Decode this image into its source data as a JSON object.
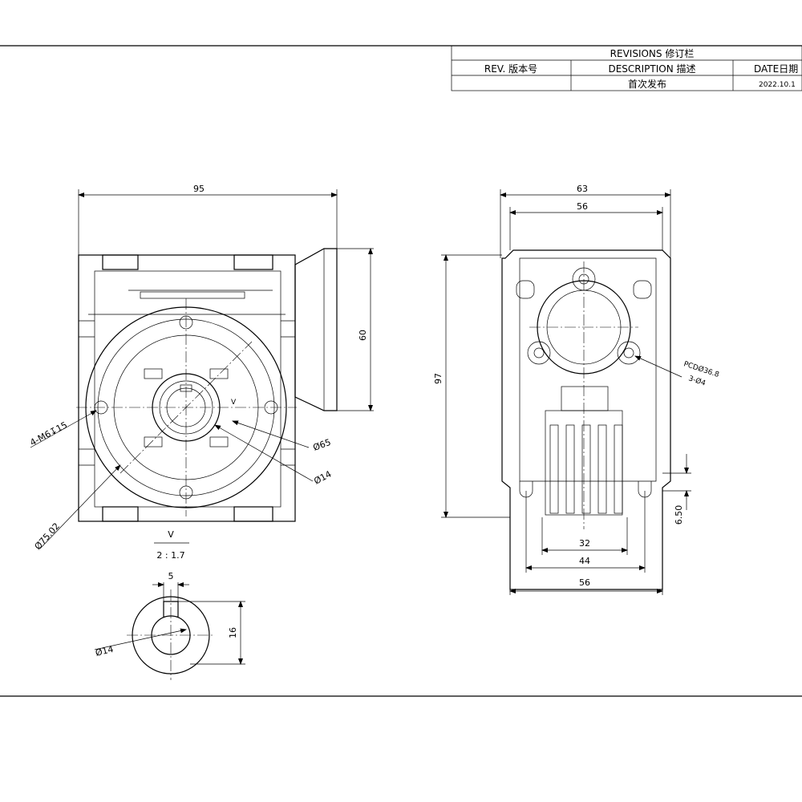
{
  "revision_table": {
    "header": "REVISIONS 修订栏",
    "col_rev": "REV. 版本号",
    "col_desc": "DESCRIPTION 描述",
    "col_date": "DATE日期",
    "row_desc": "首次发布",
    "row_date": "2022.10.1"
  },
  "front_view": {
    "width": "95",
    "height": "60",
    "bolt_holes": "4-M6↧15",
    "bore_dia": "Ø65",
    "shaft_dia": "Ø14",
    "flange_dia": "Ø75.02",
    "view_mark": "V"
  },
  "side_view": {
    "width_outer": "63",
    "width_inner": "56",
    "height": "97",
    "pcd": "PCDØ36.8",
    "holes": "3-Ø4",
    "dim_32": "32",
    "dim_44": "44",
    "dim_56": "56",
    "dim_650": "6.50"
  },
  "detail_v": {
    "label": "V",
    "scale": "2 : 1.7",
    "key_width": "5",
    "key_height": "16",
    "bore_dia": "Ø14"
  }
}
